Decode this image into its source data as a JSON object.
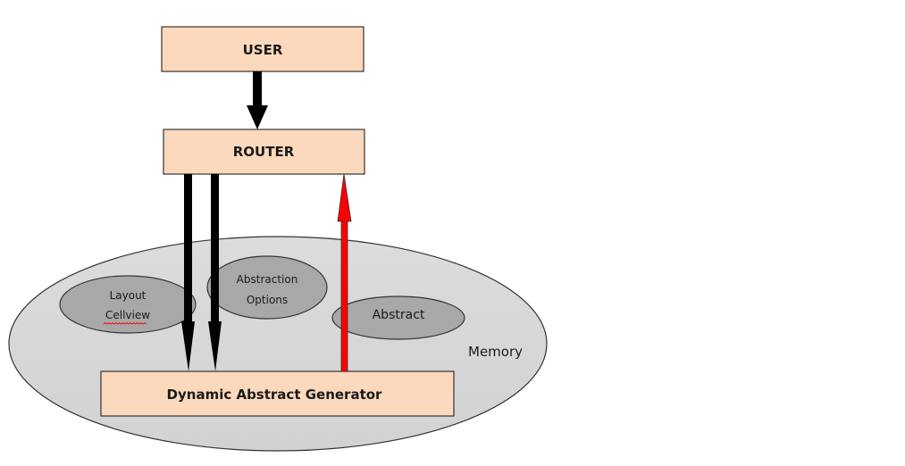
{
  "diagram": {
    "nodes": {
      "user": {
        "label": "USER"
      },
      "router": {
        "label": "ROUTER"
      },
      "generator": {
        "label": "Dynamic Abstract Generator"
      },
      "memory": {
        "label": "Memory"
      },
      "layout_cellview": {
        "line1": "Layout",
        "line2": "Cellview"
      },
      "abstraction_options": {
        "line1": "Abstraction",
        "line2": "Options"
      },
      "abstract": {
        "label": "Abstract"
      }
    },
    "edges": [
      {
        "from": "user",
        "to": "router",
        "color": "#000000"
      },
      {
        "from": "router",
        "to": "generator",
        "color": "#000000"
      },
      {
        "from": "router",
        "to": "generator",
        "color": "#000000"
      },
      {
        "from": "generator",
        "to": "router",
        "color": "#ff0000"
      }
    ],
    "colors": {
      "box_fill": "#fcd9bd",
      "memory_fill": "#d9d9d9",
      "oval_fill": "#a6a6a6",
      "outline": "#000000",
      "return_arrow": "#ff0000",
      "spellcheck_underline": "#ff0000"
    }
  }
}
